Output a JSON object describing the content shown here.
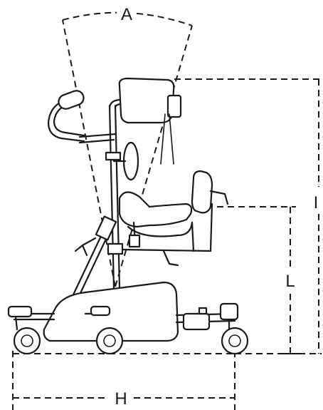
{
  "dimensions": {
    "A": "A",
    "H": "H",
    "L": "L",
    "I": "I"
  },
  "colors": {
    "line": "#1a1a1a",
    "background": "#ffffff"
  }
}
